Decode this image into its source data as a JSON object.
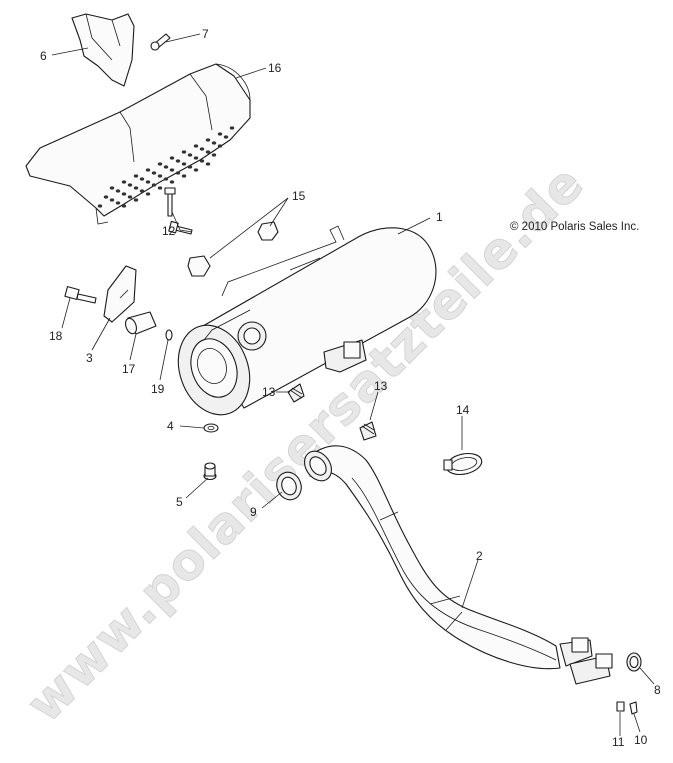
{
  "watermark": "www.polarisersatzteile.de",
  "copyright": "© 2010 Polaris Sales Inc.",
  "callouts": {
    "c1": "1",
    "c2": "2",
    "c3": "3",
    "c4": "4",
    "c5": "5",
    "c6": "6",
    "c7": "7",
    "c8": "8",
    "c9": "9",
    "c10": "10",
    "c11": "11",
    "c12": "12",
    "c13a": "13",
    "c13b": "13",
    "c14": "14",
    "c15": "15",
    "c16": "16",
    "c17": "17",
    "c18": "18",
    "c19": "19"
  }
}
